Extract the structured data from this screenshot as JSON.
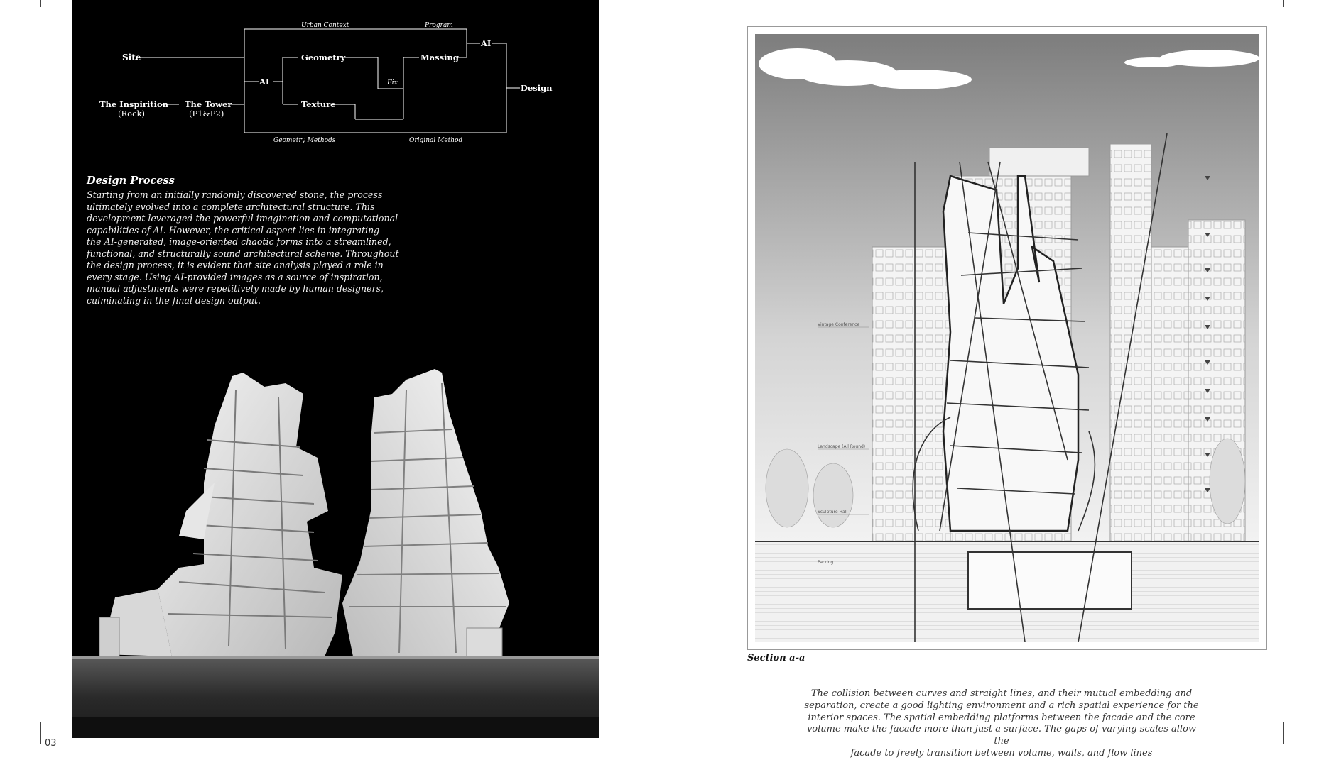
{
  "diagram": {
    "nodes": {
      "site": "Site",
      "inspiration_title": "The Inspirition",
      "inspiration_sub": "(Rock)",
      "tower_title": "The Tower",
      "tower_sub": "(P1&P2)",
      "ai_left": "AI",
      "geometry": "Geometry",
      "texture": "Texture",
      "fix": "Fix",
      "massing": "Massing",
      "ai_right": "AI",
      "design": "Design"
    },
    "labels": {
      "urban_context": "Urban Context",
      "program": "Program",
      "geometry_methods": "Geometry Methods",
      "original_method": "Original Method"
    }
  },
  "design_process": {
    "heading": "Design Process",
    "lines": [
      "Starting from an initially randomly discovered stone, the process",
      "ultimately evolved into a complete architectural structure. This",
      "development leveraged the powerful imagination and computational",
      "capabilities of AI. However, the critical aspect lies in integrating",
      "the AI-generated, image-oriented chaotic forms into a streamlined,",
      "functional, and structurally sound architectural scheme. Throughout",
      "the design process, it is evident that site analysis played a role in",
      "every stage. Using AI-provided images as a source of inspiration,",
      "manual adjustments were repetitively made by human designers,",
      "culminating in the final design output."
    ]
  },
  "page_number": "03",
  "section": {
    "title": "Section a-a",
    "annotations": {
      "vintage": "Vintage Conference",
      "landscape": "Landscape (All Round)",
      "sculpture": "Sculpture Hall",
      "parking": "Parking"
    },
    "caption_lines": [
      "The collision between curves and straight lines, and their mutual embedding and",
      "separation, create a good lighting environment and a rich spatial experience for the",
      "interior spaces. The spatial embedding platforms between the facade and the core",
      "volume make the facade more than just a surface. The gaps of varying scales allow the",
      "facade to freely transition between volume, walls, and flow lines"
    ]
  }
}
